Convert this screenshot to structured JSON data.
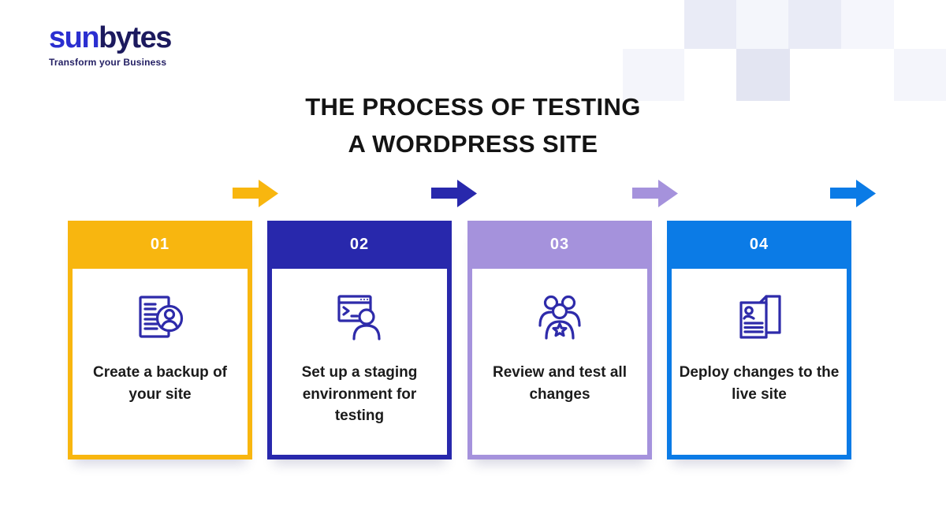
{
  "logo": {
    "brand_primary": "sun",
    "brand_secondary": "bytes",
    "tagline": "Transform your Business"
  },
  "title": {
    "line1": "THE PROCESS OF TESTING",
    "line2": "A WORDPRESS SITE"
  },
  "steps": [
    {
      "number": "01",
      "title": "Create a backup of your site",
      "color": "#F8B60F",
      "icon": "backup-document-user-icon"
    },
    {
      "number": "02",
      "title": "Set up a staging environment for testing",
      "color": "#2828AC",
      "icon": "staging-terminal-user-icon"
    },
    {
      "number": "03",
      "title": "Review and test all changes",
      "color": "#A592DC",
      "icon": "team-review-star-icon"
    },
    {
      "number": "04",
      "title": "Deploy changes to the live site",
      "color": "#0B7BE6",
      "icon": "deploy-documents-icon"
    }
  ],
  "colors": {
    "background": "#FFFFFF",
    "title_text": "#141414",
    "card_number_text": "#FFFFFF",
    "card_body_text": "#1B1B1B",
    "icon_stroke": "#2E2BAA",
    "logo_primary": "#2B2FD0",
    "logo_secondary": "#1C1A5E"
  }
}
